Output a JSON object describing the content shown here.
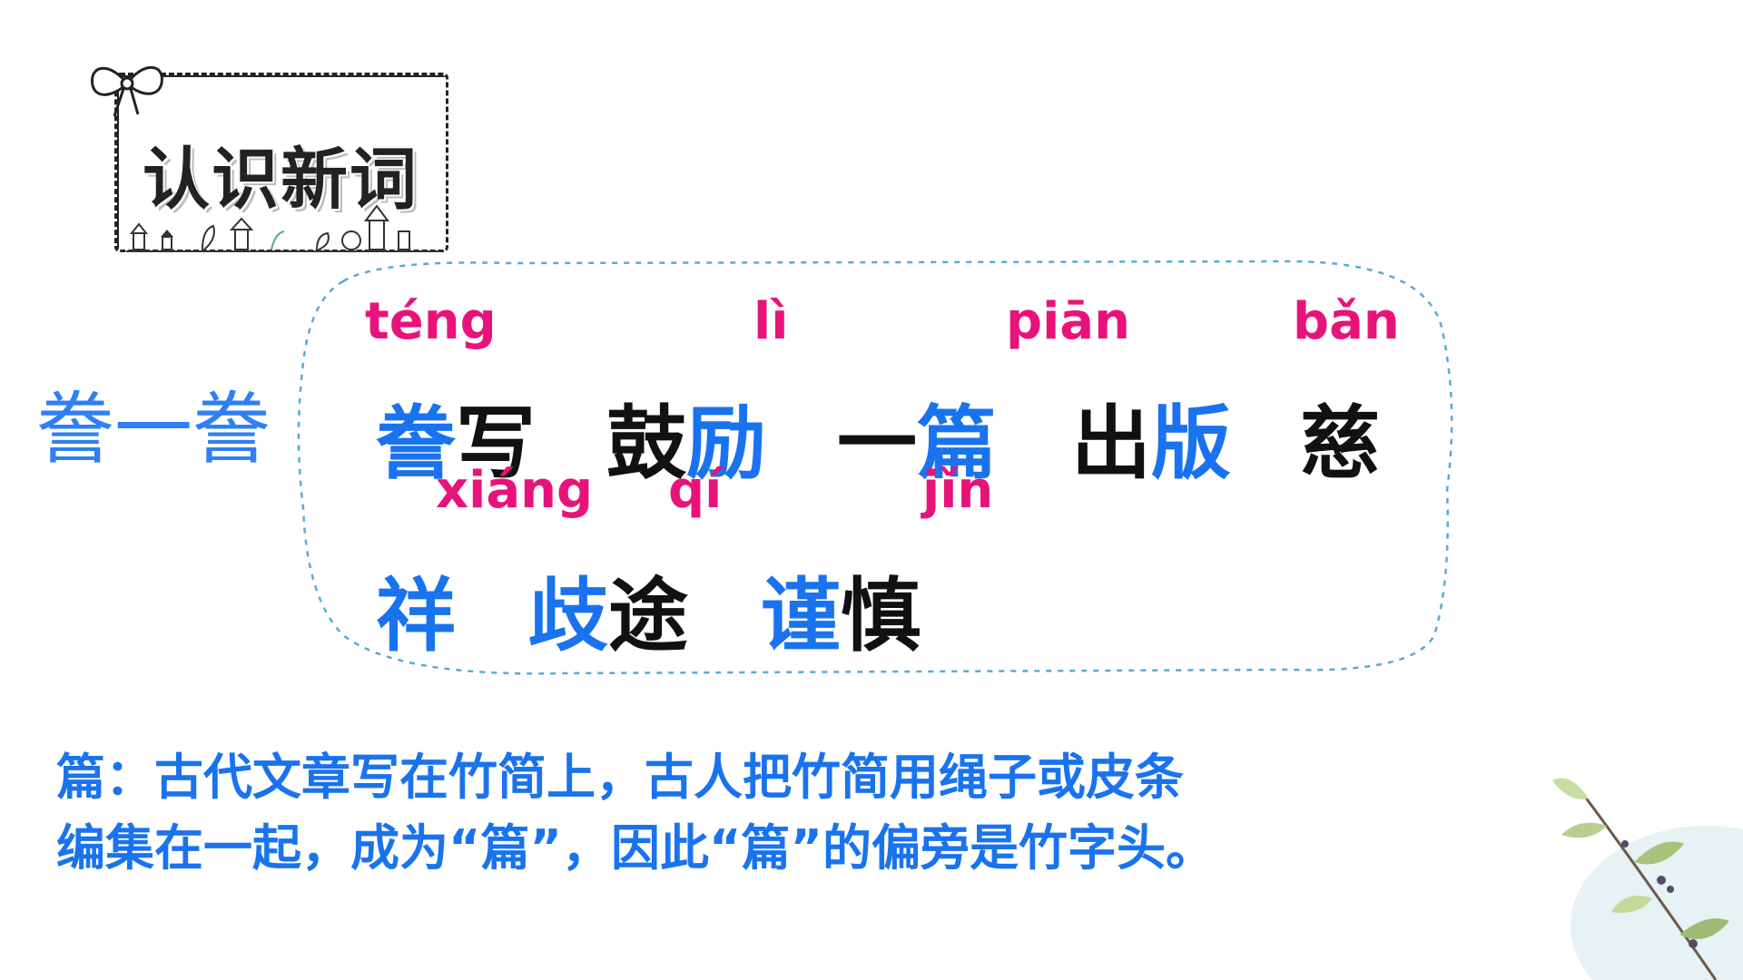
{
  "title": "认识新词",
  "label": "誊一誊",
  "row1": {
    "pinyin": [
      "téng",
      "lì",
      "piān",
      "bǎn"
    ],
    "words": [
      {
        "blue": "誊",
        "black": "写"
      },
      {
        "black": "鼓",
        "blue": "励"
      },
      {
        "black": "一",
        "blue": "篇"
      },
      {
        "black": "出",
        "blue": "版"
      },
      {
        "black": "慈"
      }
    ]
  },
  "row2": {
    "pinyin": [
      "xiáng",
      "qí",
      "jǐn"
    ],
    "words": [
      {
        "blue": "祥"
      },
      {
        "blue": "歧",
        "black": "途"
      },
      {
        "blue": "谨",
        "black": "慎"
      }
    ]
  },
  "explanation": {
    "line1": "篇：古代文章写在竹简上，古人把竹简用绳子或皮条",
    "line2": "编集在一起，成为“篇”，因此“篇”的偏旁是竹字头。"
  },
  "colors": {
    "pinyin": "#e8137a",
    "highlight": "#1a73ee",
    "text": "#111111"
  }
}
